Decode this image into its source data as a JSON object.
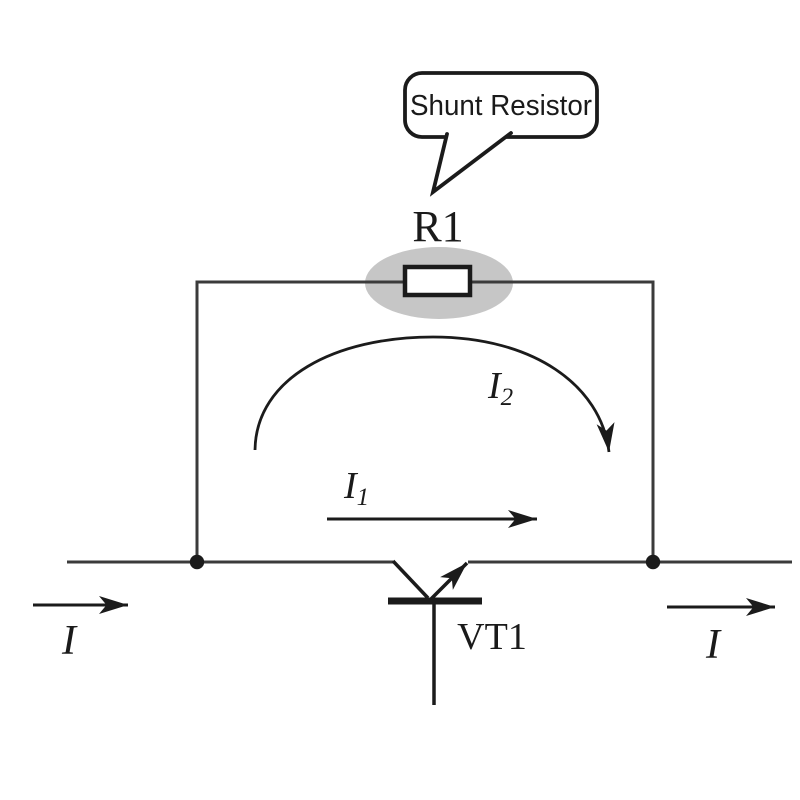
{
  "colors": {
    "background": "#ffffff",
    "wire": "#3b3b3b",
    "symbol": "#1b1b1b",
    "highlight": "#c6c6c6",
    "text": "#1a1a1a"
  },
  "callout": {
    "label": "Shunt Resistor"
  },
  "components": {
    "resistor": {
      "label": "R1"
    },
    "transistor": {
      "label": "VT1"
    }
  },
  "currents": {
    "input": {
      "label": "I"
    },
    "output": {
      "label": "I"
    },
    "branch1": {
      "base": "I",
      "sub": "1"
    },
    "branch2": {
      "base": "I",
      "sub": "2"
    }
  }
}
